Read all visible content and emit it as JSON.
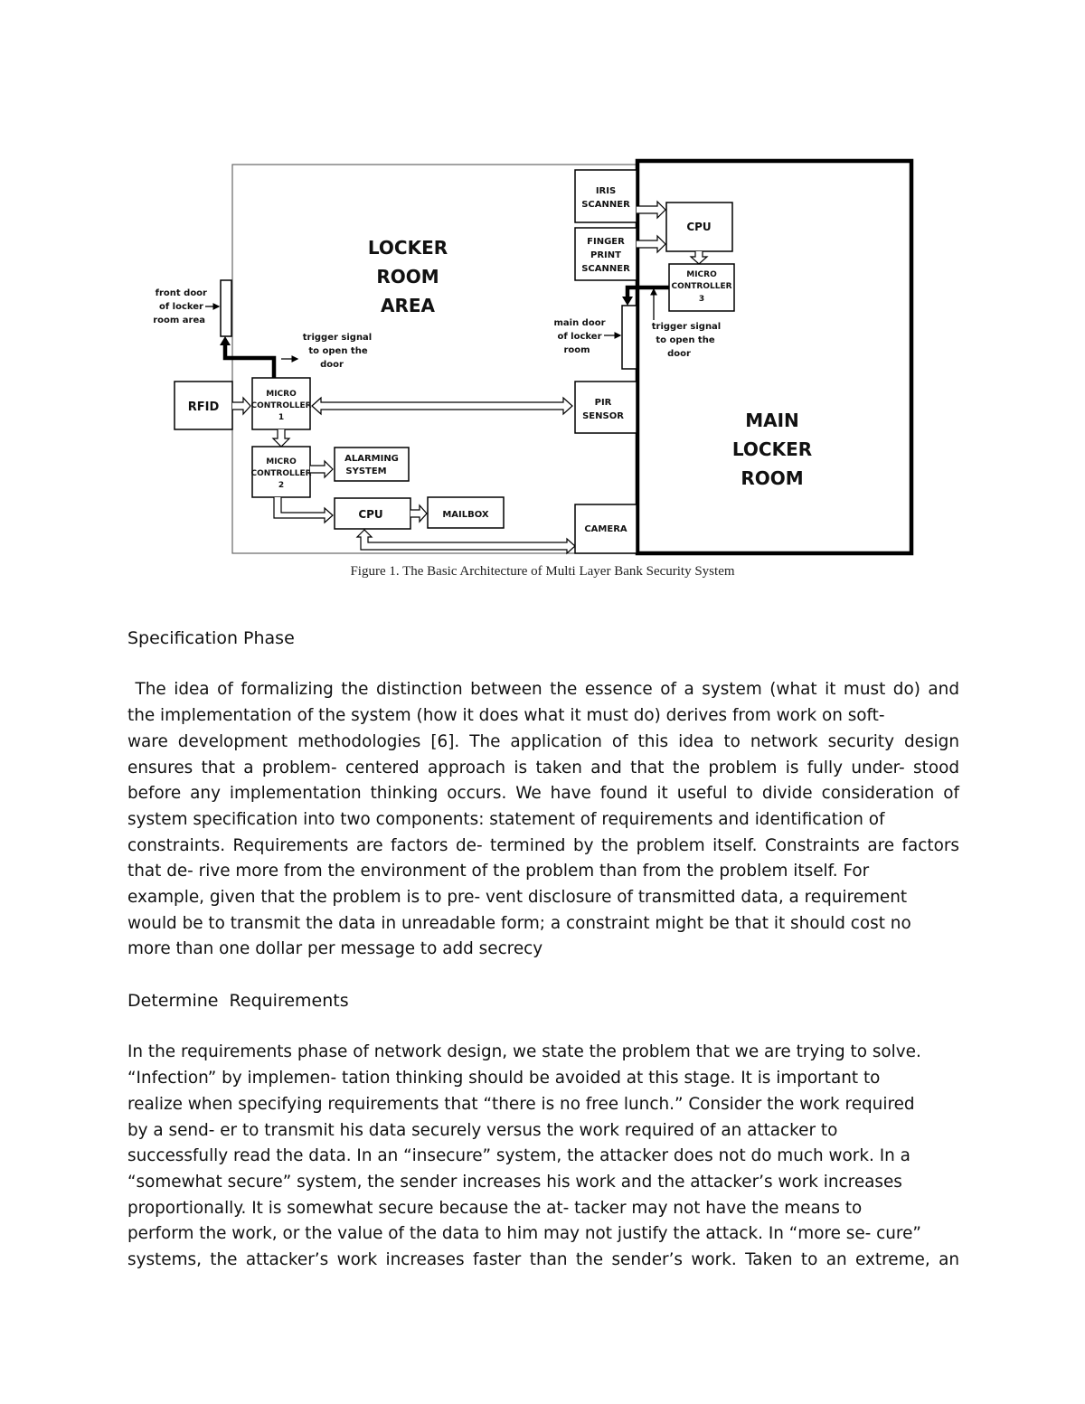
{
  "figure": {
    "caption": "Figure 1.  The Basic Architecture of Multi Layer Bank Security System",
    "labels": {
      "locker_room_area": [
        "LOCKER",
        "ROOM",
        "AREA"
      ],
      "main_locker_room": [
        "MAIN",
        "LOCKER",
        "ROOM"
      ],
      "front_door": [
        "front door",
        "of locker",
        "room area"
      ],
      "trigger_signal_left": [
        "trigger signal",
        "to open the",
        "door"
      ],
      "main_door": [
        "main door",
        "of locker",
        "room"
      ],
      "trigger_signal_right": [
        "trigger signal",
        "to open the",
        "door"
      ],
      "rfid": "RFID",
      "mc1": [
        "MICRO",
        "CONTROLLER",
        "1"
      ],
      "mc2": [
        "MICRO",
        "CONTROLLER",
        "2"
      ],
      "mc3": [
        "MICRO",
        "CONTROLLER",
        "3"
      ],
      "alarming": [
        "ALARMING",
        "SYSTEM"
      ],
      "cpu_bottom": "CPU",
      "mailbox": "MAILBOX",
      "iris": [
        "IRIS",
        "SCANNER"
      ],
      "finger": [
        "FINGER",
        "PRINT",
        "SCANNER"
      ],
      "cpu_top": "CPU",
      "pir": [
        "PIR",
        "SENSOR"
      ],
      "camera": "CAMERA"
    }
  },
  "sections": [
    {
      "heading": "Specification Phase",
      "lines": [
        " The idea of formalizing the distinction between the essence of a system (what it must do) and",
        "the implementation of the system (how it does what it must do) derives from work on soft-",
        "ware development methodologies  [6]. The application of this idea  to  network  security  design",
        "ensures  that  a  problem- centered approach is taken and that the problem is fully under- stood",
        "before any implementation  thinking occurs. We have found it useful to divide consideration of",
        "system specification  into two components: statement of requirements and identification of",
        "constraints. Requirements are factors de- termined by the problem itself. Constraints are factors",
        "that de- rive more from the environment of the problem than from the problem itself. For",
        "example, given that the problem is to pre- vent disclosure of transmitted data, a requirement",
        "would be to transmit the data in unreadable form; a constraint might  be that it should cost no",
        "more than one dollar per message to add secrecy"
      ]
    },
    {
      "heading": "Determine  Requirements",
      "lines": [
        "In the requirements phase of network design, we state the problem that we are trying to solve.",
        "“Infection” by implemen- tation thinking should be avoided at this stage. It is important to",
        "realize when specifying requirements that “there is no free lunch.” Consider the work required",
        "by a send- er to transmit his data securely versus the work required of an attacker to",
        "successfully read the data. In an “insecure” system, the attacker does not do much work. In a",
        "“somewhat secure” system, the sender increases his work and the attacker’s work increases",
        "proportionally. It is somewhat secure because the at- tacker  may not  have the means to",
        "perform the work, or the value of the data to him may not justify the attack. In “more se- cure”",
        "systems,  the attacker’s  work  increases  faster than the sender’s work. Taken to an extreme, an"
      ]
    }
  ]
}
